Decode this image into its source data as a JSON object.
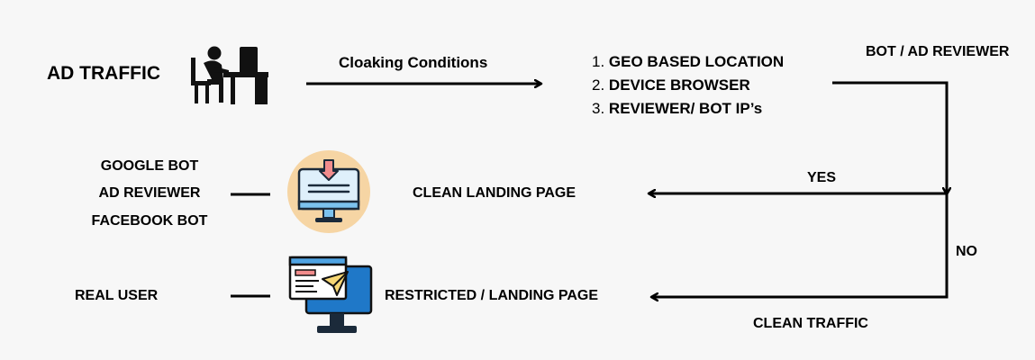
{
  "source": {
    "label": "AD TRAFFIC",
    "icon": "person-at-computer-icon"
  },
  "edge_conditions": {
    "label": "Cloaking Conditions"
  },
  "conditions": {
    "items": [
      {
        "num": "1.",
        "text": "GEO BASED LOCATION"
      },
      {
        "num": "2.",
        "text": "DEVICE BROWSER"
      },
      {
        "num": "3.",
        "text": "REVIEWER/ BOT IP’s"
      }
    ]
  },
  "check": {
    "label": "BOT / AD REVIEWER"
  },
  "yes_branch": {
    "edge_label": "YES",
    "target": "CLEAN LANDING PAGE",
    "icon": "monitor-download-icon",
    "audience": [
      "GOOGLE BOT",
      "AD REVIEWER",
      "FACEBOOK BOT"
    ]
  },
  "no_branch": {
    "edge_label": "NO",
    "edge_sublabel": "CLEAN TRAFFIC",
    "target": "RESTRICTED / LANDING PAGE",
    "icon": "monitor-send-icon",
    "audience": "REAL USER"
  }
}
